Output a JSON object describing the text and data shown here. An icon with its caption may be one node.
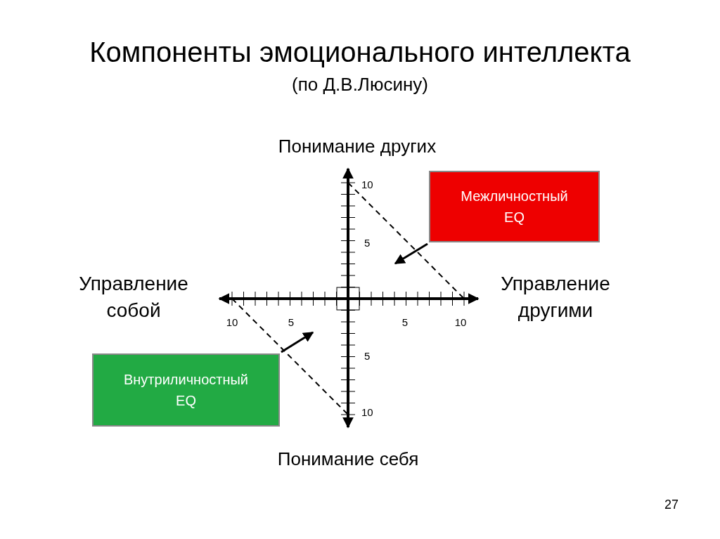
{
  "diagram": {
    "title": "Компоненты эмоционального интеллекта",
    "nodes": [
      {
        "text": [
          "Межличностный EQ"
        ]
      },
      {
        "text": [
          "Внутриличностный EQ"
        ]
      }
    ],
    "edges": [
      {
        "from": 0,
        "to": null,
        "arrow": "to"
      },
      {
        "from": 1,
        "to": null,
        "arrow": "to"
      }
    ],
    "labels": [
      "(по Д.В.Люсину)",
      "Понимание других",
      "10",
      "5",
      "Управление собой",
      "Управление другими",
      "10",
      "5",
      "5",
      "10",
      "5",
      "10",
      "Понимание себя",
      "27"
    ]
  }
}
